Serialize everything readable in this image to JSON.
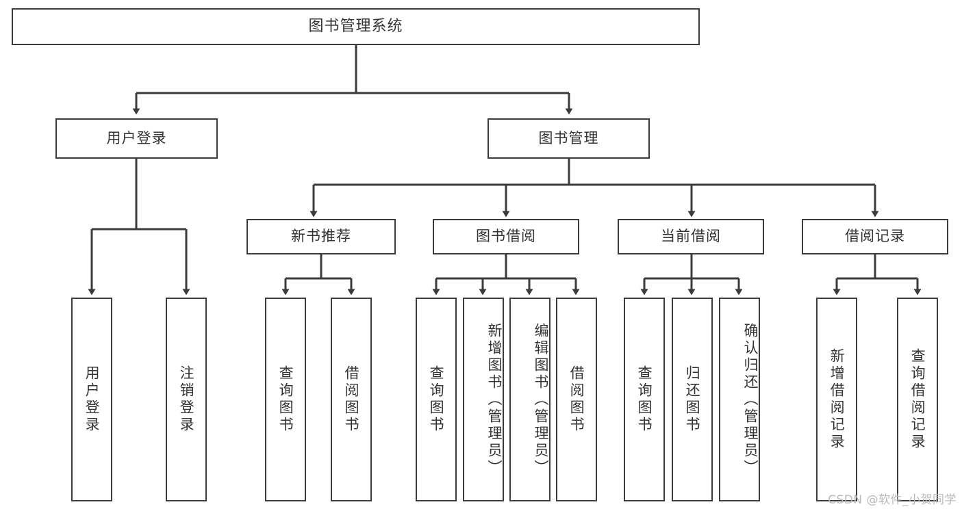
{
  "diagram": {
    "title": "图书管理系统",
    "type": "hierarchy-tree",
    "background_color": "#ffffff",
    "border_color": "#3b3b3b",
    "text_color": "#333333",
    "root": {
      "label": "图书管理系统"
    },
    "level2": [
      {
        "label": "用户登录"
      },
      {
        "label": "图书管理"
      }
    ],
    "level3": [
      {
        "label": "新书推荐"
      },
      {
        "label": "图书借阅"
      },
      {
        "label": "当前借阅"
      },
      {
        "label": "借阅记录"
      }
    ],
    "leaves": {
      "user_login": [
        {
          "label": "用户登录"
        },
        {
          "label": "注销登录"
        }
      ],
      "new_book_recommend": [
        {
          "label": "查询图书"
        },
        {
          "label": "借阅图书"
        }
      ],
      "book_borrow": [
        {
          "label": "查询图书"
        },
        {
          "label": "新增图书（管理员）"
        },
        {
          "label": "编辑图书（管理员）"
        },
        {
          "label": "借阅图书"
        }
      ],
      "current_borrow": [
        {
          "label": "查询图书"
        },
        {
          "label": "归还图书"
        },
        {
          "label": "确认归还（管理员）"
        }
      ],
      "borrow_record": [
        {
          "label": "新增借阅记录"
        },
        {
          "label": "查询借阅记录"
        }
      ]
    }
  },
  "watermark": {
    "text": "CSDN @软件_小贺同学",
    "color": "#b9b9b9"
  }
}
